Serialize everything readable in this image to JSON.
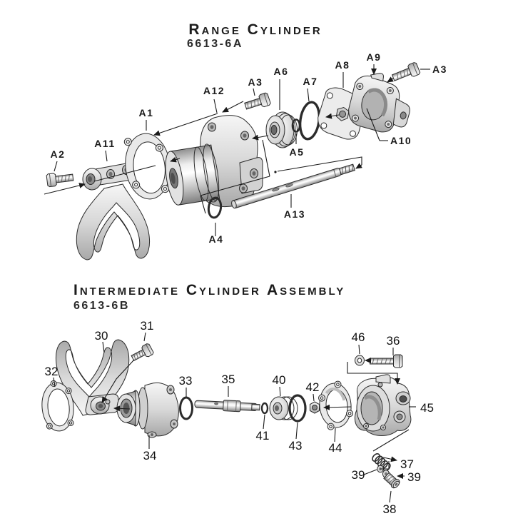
{
  "page": {
    "background": "#ffffff"
  },
  "colors": {
    "line": "#1a1a1a",
    "label": "#111111",
    "metal_light": "#f2f2f2",
    "metal_mid": "#c9c9c9",
    "metal_dark": "#8a8a8a"
  },
  "range_cylinder": {
    "title": "Range Cylinder",
    "code": "6613-6A",
    "parts": [
      "A1",
      "A2",
      "A3",
      "A4",
      "A5",
      "A6",
      "A7",
      "A8",
      "A9",
      "A10",
      "A11",
      "A12",
      "A13"
    ]
  },
  "intermediate_cylinder": {
    "title": "Intermediate Cylinder Assembly",
    "code": "6613-6B",
    "parts": [
      "30",
      "31",
      "32",
      "33",
      "34",
      "35",
      "36",
      "37",
      "38",
      "39",
      "40",
      "41",
      "42",
      "43",
      "44",
      "45",
      "46"
    ]
  }
}
